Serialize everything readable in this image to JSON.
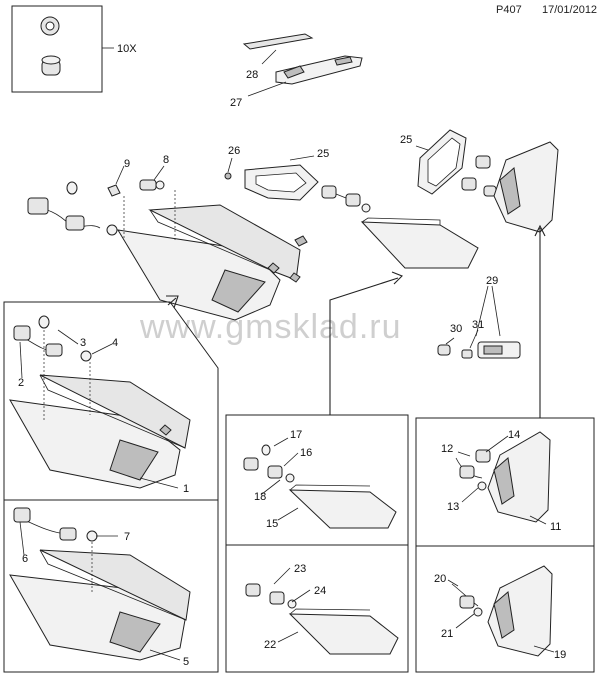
{
  "header": {
    "page_code": "P407",
    "date": "17/01/2012"
  },
  "watermark": "www.gmsklad.ru",
  "qty_note": "10X",
  "callouts": [
    "1",
    "2",
    "3",
    "4",
    "5",
    "6",
    "7",
    "8",
    "9",
    "11",
    "12",
    "13",
    "14",
    "15",
    "16",
    "17",
    "18",
    "19",
    "20",
    "21",
    "22",
    "23",
    "24",
    "25",
    "25",
    "26",
    "27",
    "28",
    "29",
    "30",
    "31"
  ]
}
